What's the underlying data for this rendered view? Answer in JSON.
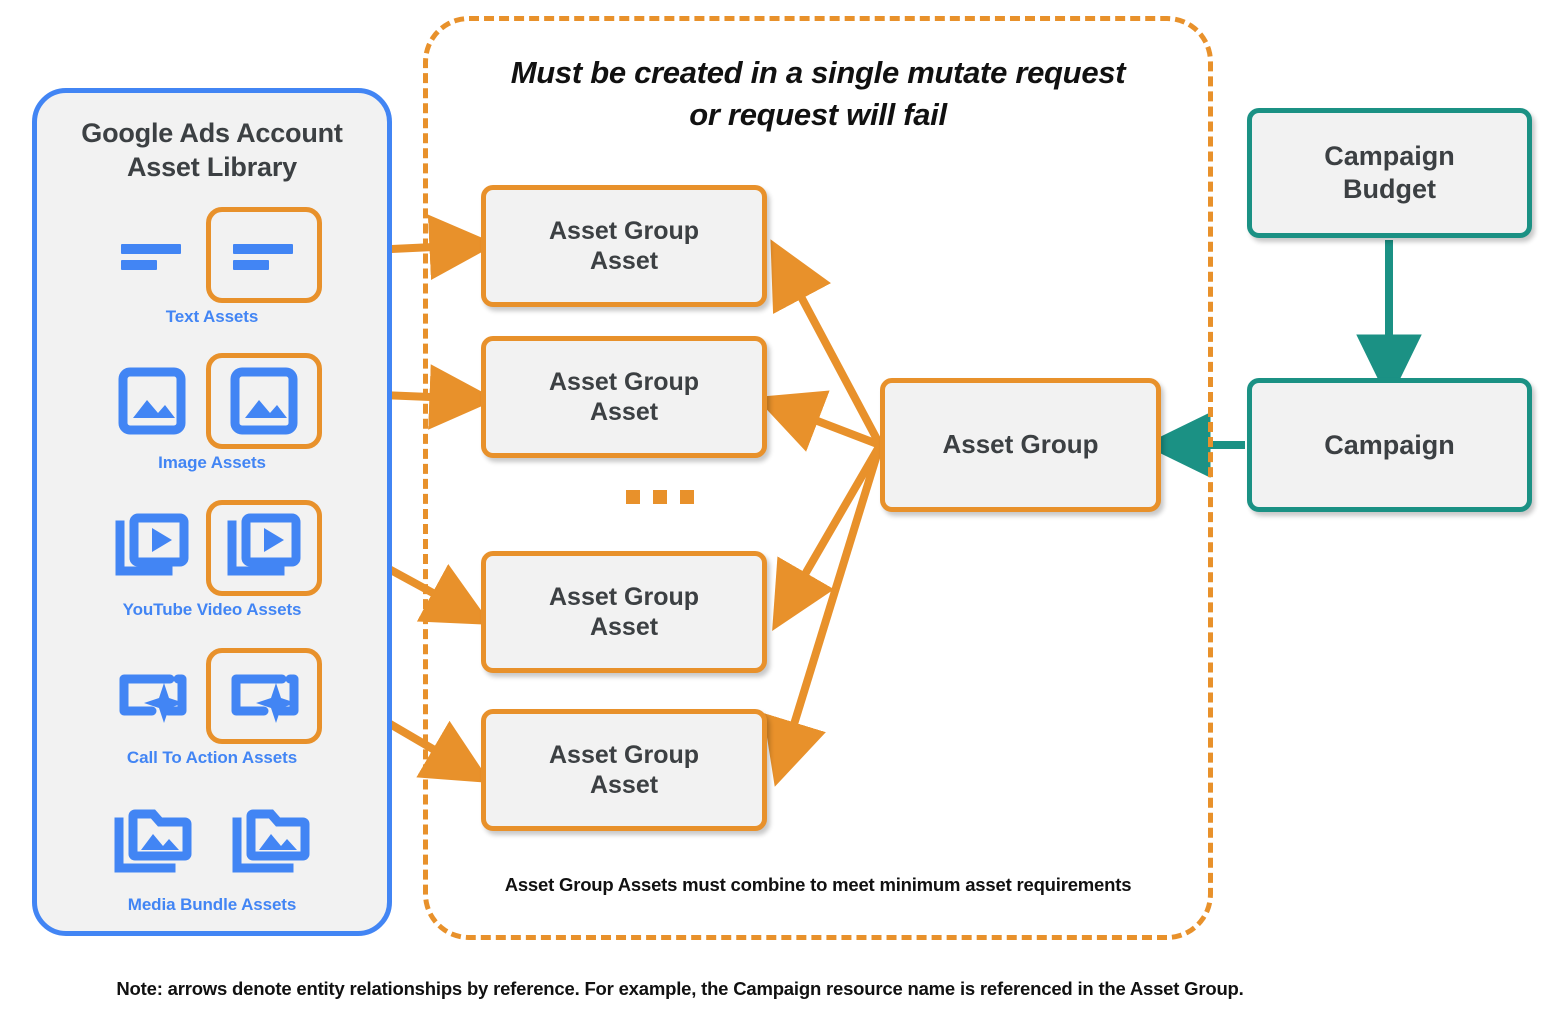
{
  "sidebar": {
    "title": "Google Ads Account\nAsset Library",
    "title_line1": "Google Ads Account",
    "title_line2": "Asset Library",
    "border_color": "#4285f4",
    "items": [
      {
        "label": "Text Assets",
        "icon": "text-asset-icon",
        "highlighted": true
      },
      {
        "label": "Image Assets",
        "icon": "image-asset-icon",
        "highlighted": true
      },
      {
        "label": "YouTube Video  Assets",
        "icon": "video-asset-icon",
        "highlighted": true
      },
      {
        "label": "Call To Action Assets",
        "icon": "call-to-action-asset-icon",
        "highlighted": true
      },
      {
        "label": "Media Bundle  Assets",
        "icon": "media-bundle-asset-icon",
        "highlighted": false
      }
    ]
  },
  "mutate_group": {
    "title_line1": "Must be created in a single mutate request",
    "title_line2": "or request will fail",
    "footer": "Asset Group Assets must combine to meet minimum asset requirements",
    "border_color": "#e8912b",
    "ellipsis": "..."
  },
  "nodes": {
    "asset_group_assets": [
      {
        "label": "Asset Group\nAsset",
        "line1": "Asset Group",
        "line2": "Asset"
      },
      {
        "label": "Asset Group\nAsset",
        "line1": "Asset Group",
        "line2": "Asset"
      },
      {
        "label": "Asset Group\nAsset",
        "line1": "Asset Group",
        "line2": "Asset"
      },
      {
        "label": "Asset Group\nAsset",
        "line1": "Asset Group",
        "line2": "Asset"
      }
    ],
    "asset_group": {
      "label": "Asset Group",
      "color": "#e8912b"
    },
    "campaign_budget": {
      "line1": "Campaign",
      "line2": "Budget",
      "color": "#1b9184"
    },
    "campaign": {
      "label": "Campaign",
      "color": "#1b9184"
    }
  },
  "note": "Note: arrows denote entity relationships by reference. For example, the Campaign resource name is referenced in the Asset Group.",
  "colors": {
    "orange": "#e8912b",
    "teal": "#1b9184",
    "blue": "#4285f4",
    "node_fill": "#f2f2f2",
    "text": "#3c4043"
  }
}
